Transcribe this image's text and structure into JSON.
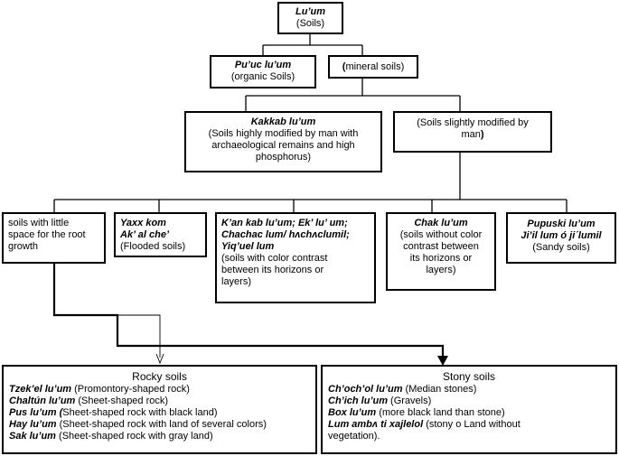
{
  "root": {
    "name": "Lu’um",
    "sub": "(Soils)"
  },
  "organic": {
    "name": "Pu’uc lu’um",
    "sub": "(organic Soils)"
  },
  "mineral": {
    "paren_open": "(",
    "name": "mineral soils)"
  },
  "kakkab": {
    "name": "Kakkab lu’um",
    "lines": [
      "(Soils highly modified by man with",
      "archaeological remains and high",
      "phosphorus)"
    ]
  },
  "slightly": {
    "line1": "(Soils slightly modified by",
    "line2a": "man",
    "line2b": ")"
  },
  "little_space": {
    "lines": [
      "soils with little",
      "space for the root",
      "growth"
    ]
  },
  "yaxx": {
    "name1": "Yaxx kom",
    "name2": "Ak’ al che’",
    "sub": "(Flooded soils)"
  },
  "kan": {
    "names": [
      "K’an kab lu’um; Ek’ lu’ um;",
      "Chachac lum/ hʌchʌclumil;",
      "Yiq’uel lum"
    ],
    "lines": [
      "(soils with color contrast",
      "between its horizons or",
      "layers)"
    ]
  },
  "chak": {
    "name": "Chak lu’um",
    "lines": [
      "(soils without color",
      "contrast between",
      "its horizons or",
      "layers)"
    ]
  },
  "pupuski": {
    "name1": "Pupuski lu’um",
    "name2": "Ji’il lum ó ji´lumil",
    "sub": "(Sandy soils)"
  },
  "rocky": {
    "title": "Rocky soils",
    "items": [
      {
        "name": "Tzek’el lu’um",
        "desc": " (Promontory-shaped rock)"
      },
      {
        "name": "Chaltún lu’um",
        "desc": " (Sheet-shaped rock)"
      },
      {
        "name": "Pus lu’um (",
        "desc": "Sheet-shaped rock with black land)"
      },
      {
        "name": "Hay lu’um",
        "desc": " (Sheet-shaped rock with land of several colors)"
      },
      {
        "name": "Sak lu’um",
        "desc": " (Sheet-shaped rock with gray land)"
      }
    ]
  },
  "stony": {
    "title": "Stony soils",
    "items": [
      {
        "name": "Ch’och’ol lu’um",
        "desc": " (Median stones)"
      },
      {
        "name": "Ch’ich lu’um",
        "desc": " (Gravels)"
      },
      {
        "name": "Box lu’um",
        "desc": " (more black land than stone)"
      },
      {
        "name": "Lum ambʌ ti xajlelol",
        "desc": " (stony o Land without"
      }
    ],
    "last_line": "vegetation)."
  }
}
